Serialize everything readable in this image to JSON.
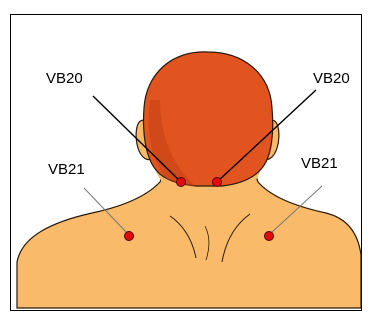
{
  "labels": {
    "vb20_left": "VB20",
    "vb20_right": "VB20",
    "vb21_left": "VB21",
    "vb21_right": "VB21"
  },
  "colors": {
    "skin": "#F9BB6A",
    "skin_outline": "#2a1a0a",
    "hair": "#E2541F",
    "hair_dark": "#C23E14",
    "point": "#E20A0A",
    "line": "#000000"
  }
}
